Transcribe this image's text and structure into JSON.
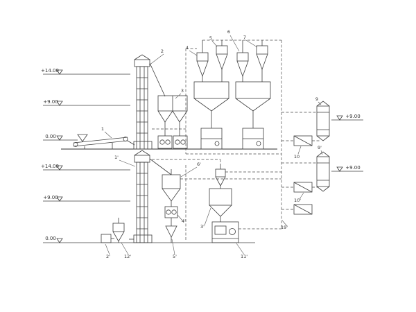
{
  "diagram": {
    "background": "#ffffff",
    "line_color": "#3c3c3c",
    "elevation_marks": {
      "top_14": "+14.00",
      "top_9": "+9.00",
      "top_0": "0.00",
      "bottom_14": "+14.00",
      "bottom_9": "+9.00",
      "bottom_0": "0.00",
      "right_upper": "+9.00",
      "right_lower": "+9.00"
    },
    "equipment_tags": {
      "belt_conveyor": "1",
      "bucket_elevator": "2",
      "double_bin": "3",
      "cyclone_1": "4",
      "cyclone_2": "5",
      "cyclone_3": "6",
      "cyclone_4": "7",
      "separator_upper": "9",
      "fan_upper": "10",
      "bucket_elevator_lower": "1'",
      "unit_lower_left": "2'",
      "unit_lower_left_2": "12'",
      "cyclone_lower": "6'",
      "airlock_lower": "4'",
      "discharge_cone": "5'",
      "hopper_lower": "3'",
      "machine_lower": "11'",
      "separator_lower": "9'",
      "fan_lower": "10'",
      "duct_line": "19'"
    }
  }
}
